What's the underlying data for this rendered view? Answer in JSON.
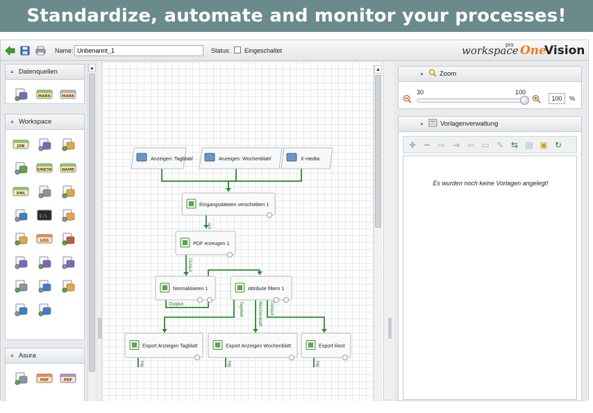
{
  "banner": {
    "title": "Standardize, automate and monitor your processes!"
  },
  "toolbar": {
    "name_label": "Name:",
    "name_value": "Unbenannt_1",
    "status_label": "Status:",
    "status_checkbox_label": "Eingeschaltet",
    "status_checked": false
  },
  "logo": {
    "workspace": "workspace",
    "pro": "pro",
    "one": "One",
    "vision": "Vision"
  },
  "left_panel": {
    "sections": [
      {
        "title": "Datenquellen",
        "icons": [
          "folder-open-icon",
          "mark-tag-icon",
          "mark-label-icon"
        ]
      },
      {
        "title": "Workspace",
        "icons": [
          "job-icon",
          "move-files-icon",
          "print-icon",
          "upload-icon",
          "gmeta-icon",
          "name-icon",
          "xml-icon",
          "timer-icon",
          "merge-icon",
          "clock-icon",
          "command-line-icon",
          "settings-icon",
          "edit-document-icon",
          "log-icon",
          "schedule-icon",
          "download-icon",
          "forward-icon",
          "export-icon",
          "delete-icon",
          "folder-remove-icon",
          "email-icon",
          "split-icon",
          "join-icon"
        ]
      },
      {
        "title": "Asura",
        "icons": [
          "asura-plugin-icon",
          "pdf-icon",
          "pdf-color-icon"
        ]
      }
    ]
  },
  "workflow": {
    "source_nodes": [
      {
        "label": "Anzeigen: Tagblatt/"
      },
      {
        "label": "Anzeigen: Wochenblatt/"
      },
      {
        "label": "X-media:"
      }
    ],
    "nodes": [
      {
        "id": "move",
        "label": "Eingangsdateien verschieben 1"
      },
      {
        "id": "pdf",
        "label": "PDF erzeugen 1"
      },
      {
        "id": "norm",
        "label": "Normalisieren 1"
      },
      {
        "id": "attr",
        "label": "Attribute filtern 1"
      },
      {
        "id": "exp1",
        "label": "Export Anzeigen Tagblatt"
      },
      {
        "id": "exp2",
        "label": "Export Anzeigen Wochenblatt"
      },
      {
        "id": "exp3",
        "label": "Export Rest"
      }
    ],
    "edge_labels": {
      "out": "out",
      "output_pdf": "Output",
      "output_norm": "Output",
      "tagblatt": "Tagblatt",
      "wochenblatt": "Wochenblatt",
      "default": "Default",
      "log": "log"
    },
    "edge_color": "#2b8a2b"
  },
  "right_panel": {
    "zoom": {
      "title": "Zoom",
      "min": "30",
      "max": "100",
      "value": "100",
      "unit": "%"
    },
    "vorlagen": {
      "title": "Vorlagenverwaltung",
      "empty_text": "Es wurden noch keine Vorlagen angelegt!"
    }
  }
}
